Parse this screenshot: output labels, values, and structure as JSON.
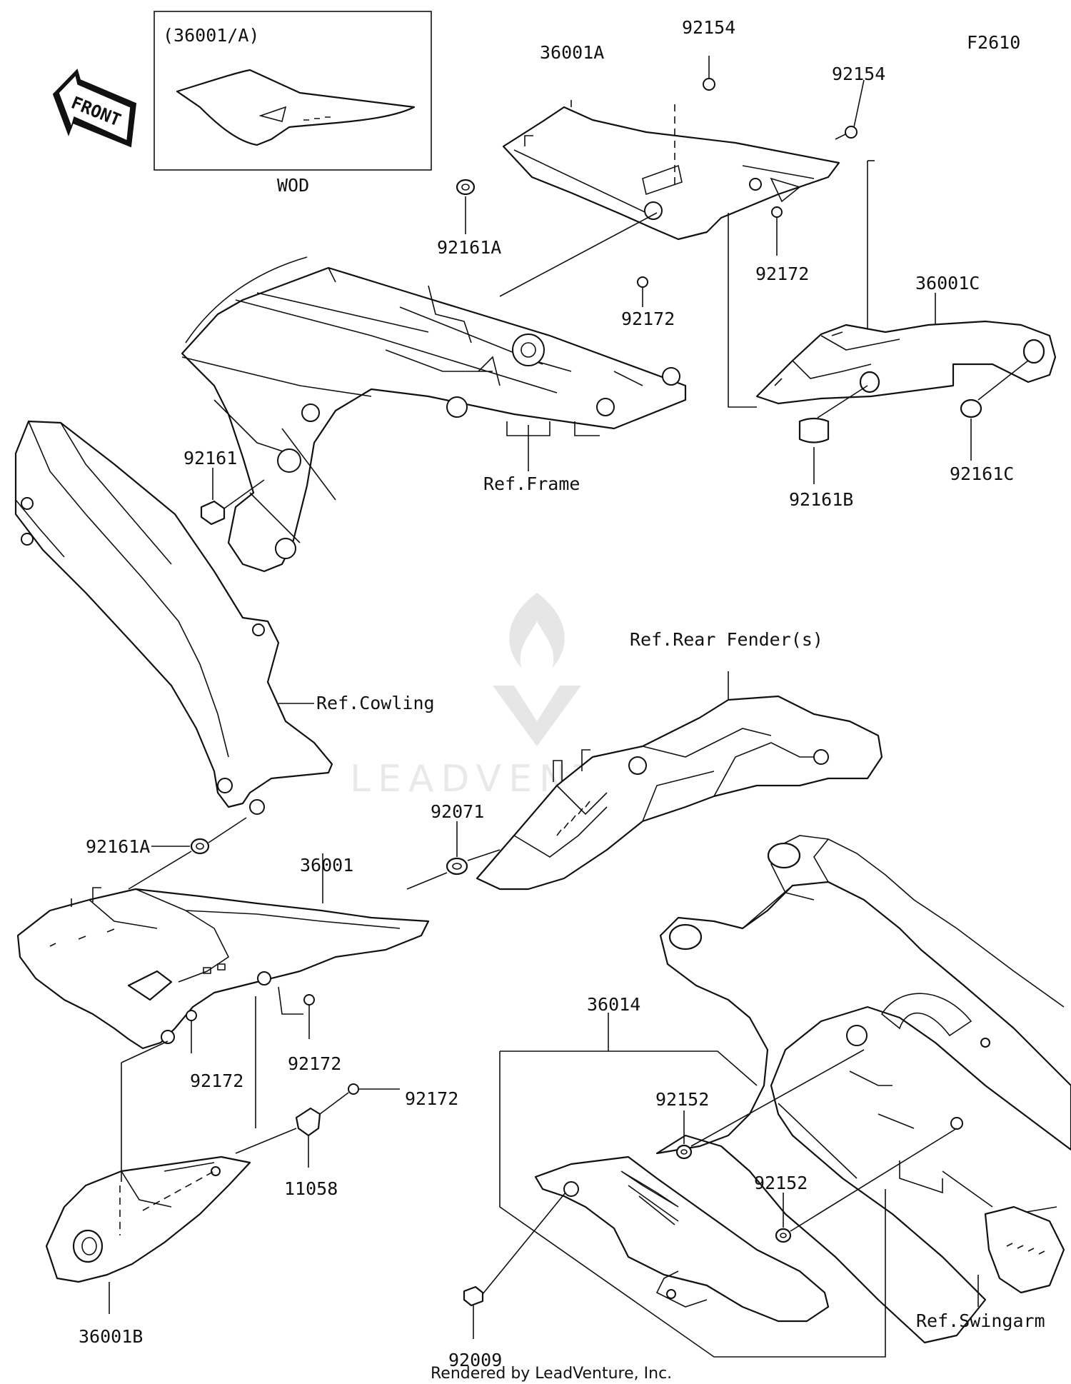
{
  "figure_code": "F2610",
  "inset": {
    "title": "(36001/A)",
    "caption": "WOD"
  },
  "front_arrow": "FRONT",
  "watermark": "LEADVENTURE",
  "footer": "Rendered by LeadVenture, Inc.",
  "labels": {
    "p36001A": "36001A",
    "p92154a": "92154",
    "p92154b": "92154",
    "p92161A_top": "92161A",
    "p92172_top1": "92172",
    "p92172_top2": "92172",
    "p36001C": "36001C",
    "p92161B": "92161B",
    "p92161C": "92161C",
    "p92161": "92161",
    "ref_frame": "Ref.Frame",
    "ref_rear_fender": "Ref.Rear Fender(s)",
    "ref_cowling": "Ref.Cowling",
    "p92161A_mid": "92161A",
    "p36001": "36001",
    "p92071": "92071",
    "p92172_a": "92172",
    "p92172_b": "92172",
    "p92172_c": "92172",
    "p11058": "11058",
    "p36001B": "36001B",
    "p36014": "36014",
    "p92152a": "92152",
    "p92152b": "92152",
    "p92009": "92009",
    "ref_swingarm": "Ref.Swingarm"
  }
}
